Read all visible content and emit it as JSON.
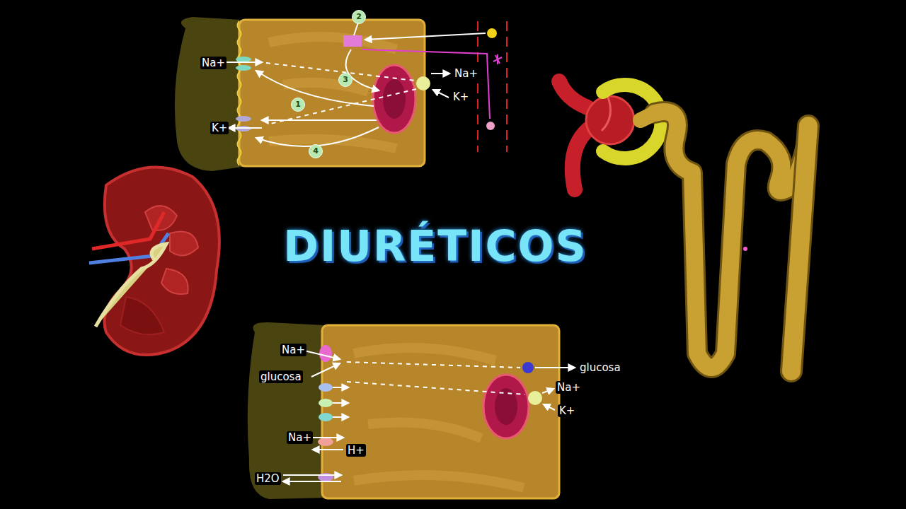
{
  "diagram": {
    "title": "DIURÉTICOS",
    "labels": [
      "Na+",
      "K+",
      "Na+",
      "K+",
      "2",
      "3",
      "1",
      "4",
      "Na+",
      "glucosa",
      "Na+",
      "H+",
      "H2O",
      "glucosa",
      "Na+",
      "K+"
    ]
  }
}
